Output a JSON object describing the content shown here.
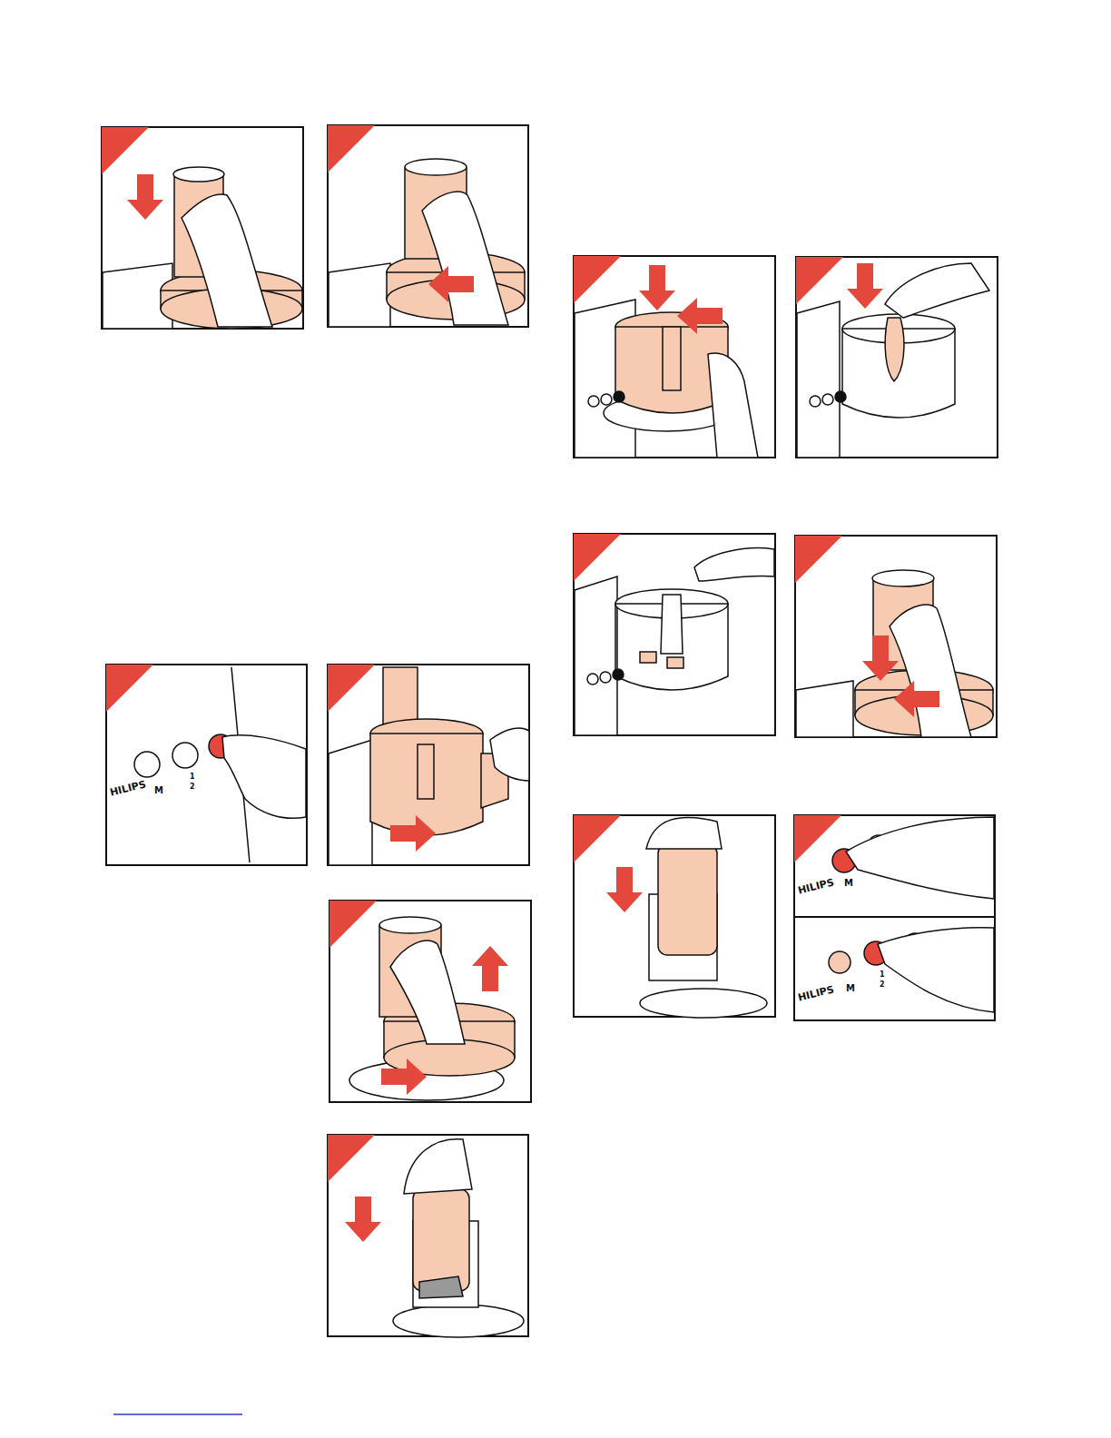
{
  "diagram": {
    "labels": [
      "HILIPS",
      "M",
      "1",
      "2",
      "HILIPS",
      "M",
      "HILIPS",
      "M",
      "1",
      "2"
    ]
  }
}
